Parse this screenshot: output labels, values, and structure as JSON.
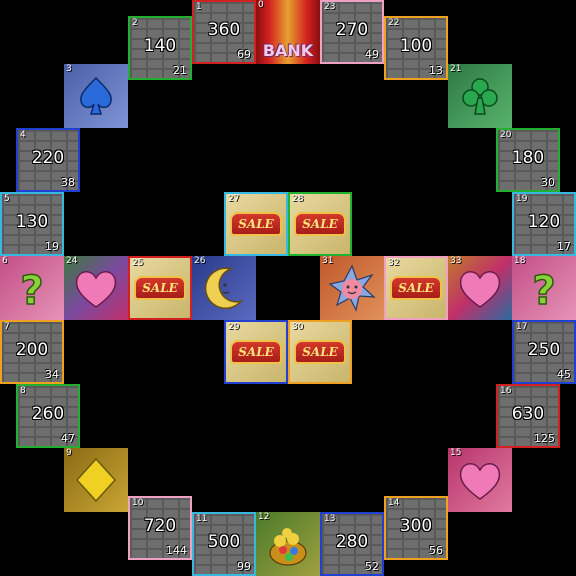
{
  "board": {
    "bank_label": "BANK",
    "sale_label": "SALE",
    "shops": {
      "s1": {
        "num": "1",
        "price": "360",
        "rent": "69",
        "district_color": "#d02020"
      },
      "s2": {
        "num": "2",
        "price": "140",
        "rent": "21",
        "district_color": "#22b030"
      },
      "s4": {
        "num": "4",
        "price": "220",
        "rent": "38",
        "district_color": "#2040d0"
      },
      "s5": {
        "num": "5",
        "price": "130",
        "rent": "19",
        "district_color": "#38b8e0"
      },
      "s7": {
        "num": "7",
        "price": "200",
        "rent": "34",
        "district_color": "#f0a020"
      },
      "s8": {
        "num": "8",
        "price": "260",
        "rent": "47",
        "district_color": "#22b030"
      },
      "s10": {
        "num": "10",
        "price": "720",
        "rent": "144",
        "district_color": "#f0a0c0"
      },
      "s11": {
        "num": "11",
        "price": "500",
        "rent": "99",
        "district_color": "#38b8e0"
      },
      "s13": {
        "num": "13",
        "price": "280",
        "rent": "52",
        "district_color": "#2040d0"
      },
      "s14": {
        "num": "14",
        "price": "300",
        "rent": "56",
        "district_color": "#f0a020"
      },
      "s16": {
        "num": "16",
        "price": "630",
        "rent": "125",
        "district_color": "#d02020"
      },
      "s17": {
        "num": "17",
        "price": "250",
        "rent": "45",
        "district_color": "#2040d0"
      },
      "s19": {
        "num": "19",
        "price": "120",
        "rent": "17",
        "district_color": "#38b8e0"
      },
      "s20": {
        "num": "20",
        "price": "180",
        "rent": "30",
        "district_color": "#22b030"
      },
      "s22": {
        "num": "22",
        "price": "100",
        "rent": "13",
        "district_color": "#f0a020"
      },
      "s23": {
        "num": "23",
        "price": "270",
        "rent": "49",
        "district_color": "#f0a0c0"
      }
    },
    "specials": {
      "bank": {
        "num": "0"
      },
      "spade": {
        "num": "3",
        "icon": "spade-icon"
      },
      "question_left": {
        "num": "6",
        "icon": "question-icon"
      },
      "diamond": {
        "num": "9",
        "icon": "diamond-icon"
      },
      "bag": {
        "num": "12",
        "icon": "money-bag-icon"
      },
      "heart_right": {
        "num": "15",
        "icon": "heart-icon"
      },
      "question_right": {
        "num": "18",
        "icon": "question-icon"
      },
      "club": {
        "num": "21",
        "icon": "club-icon"
      },
      "heart_left": {
        "num": "24",
        "icon": "heart-icon"
      },
      "sale25": {
        "num": "25"
      },
      "moon": {
        "num": "26",
        "icon": "moon-icon"
      },
      "sale27": {
        "num": "27"
      },
      "sale28": {
        "num": "28"
      },
      "sale29": {
        "num": "29"
      },
      "sale30": {
        "num": "30"
      },
      "star": {
        "num": "31",
        "icon": "star-icon"
      },
      "sale32": {
        "num": "32"
      },
      "heart_center": {
        "num": "33",
        "icon": "heart-icon"
      }
    }
  }
}
